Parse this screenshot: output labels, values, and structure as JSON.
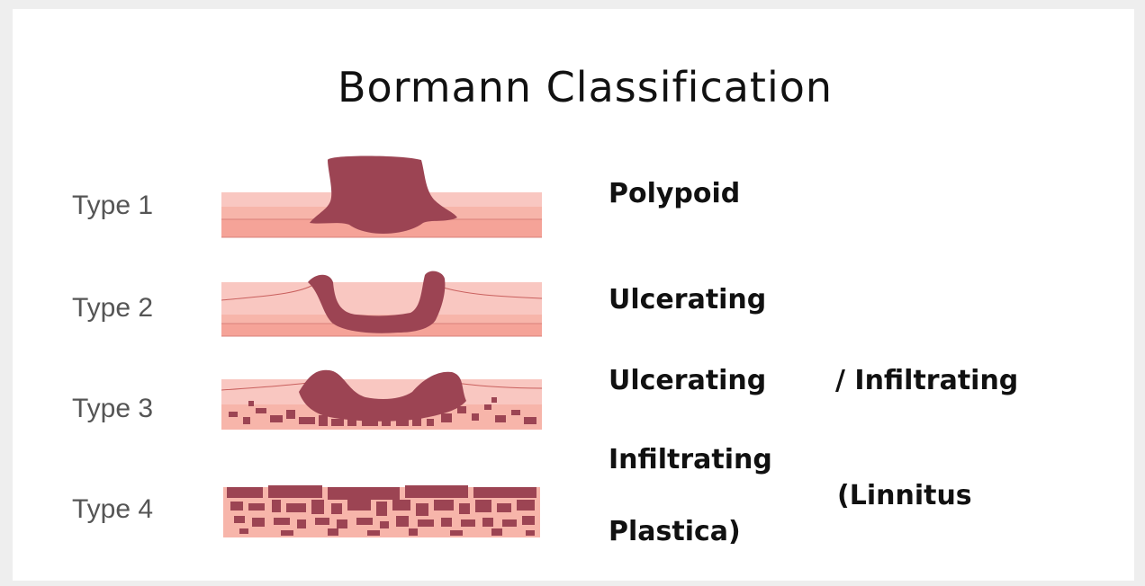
{
  "title": "Bormann Classification",
  "colors": {
    "tumor": "#9c4453",
    "mucosa": "#f9c7c1",
    "submucosa": "#f7b5aa",
    "muscle": "#f5a398",
    "line": "#c9605e"
  },
  "types": [
    {
      "label": "Type 1",
      "description": "Polypoid"
    },
    {
      "label": "Type 2",
      "description": "Ulcerating"
    },
    {
      "label": "Type 3",
      "description": "Ulcerating",
      "description_2": "/ Infiltrating"
    },
    {
      "label": "Type 4",
      "description": "Infiltrating",
      "description_2": "(Linnitus",
      "description_3": "Plastica)"
    }
  ]
}
